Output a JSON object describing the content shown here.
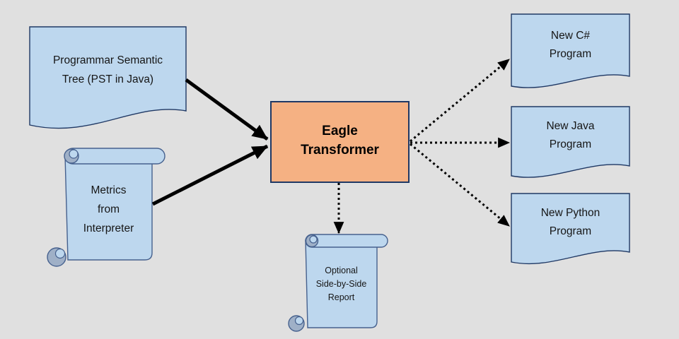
{
  "diagram": {
    "background": "#e0e0e0",
    "colors": {
      "node_fill": "#bdd7ee",
      "node_border": "#1f3864",
      "scroll_border": "#46618e",
      "scroll_curl_shade": "#9fb0c7",
      "transformer_fill": "#f5b183",
      "arrow": "#000000"
    },
    "nodes": {
      "pst": {
        "shape": "document",
        "lines": [
          "Programmar Semantic",
          "Tree (PST in Java)"
        ],
        "label": "Programmar Semantic Tree (PST in Java)"
      },
      "metrics": {
        "shape": "vertical-scroll",
        "lines": [
          "Metrics",
          "from",
          "Interpreter"
        ],
        "label": "Metrics from Interpreter"
      },
      "transformer": {
        "shape": "rectangle",
        "lines": [
          "Eagle",
          "Transformer"
        ],
        "label": "Eagle Transformer"
      },
      "csharp": {
        "shape": "document",
        "lines": [
          "New C#",
          "Program"
        ],
        "label": "New C# Program"
      },
      "java": {
        "shape": "document",
        "lines": [
          "New Java",
          "Program"
        ],
        "label": "New Java Program"
      },
      "python": {
        "shape": "document",
        "lines": [
          "New Python",
          "Program"
        ],
        "label": "New Python Program"
      },
      "report": {
        "shape": "vertical-scroll",
        "lines": [
          "Optional",
          "Side-by-Side",
          "Report"
        ],
        "label": "Optional Side-by-Side Report"
      }
    },
    "edges": [
      {
        "from": "pst",
        "to": "transformer",
        "style": "solid"
      },
      {
        "from": "metrics",
        "to": "transformer",
        "style": "solid"
      },
      {
        "from": "transformer",
        "to": "csharp",
        "style": "dotted"
      },
      {
        "from": "transformer",
        "to": "java",
        "style": "dotted"
      },
      {
        "from": "transformer",
        "to": "python",
        "style": "dotted"
      },
      {
        "from": "transformer",
        "to": "report",
        "style": "dotted"
      }
    ]
  }
}
